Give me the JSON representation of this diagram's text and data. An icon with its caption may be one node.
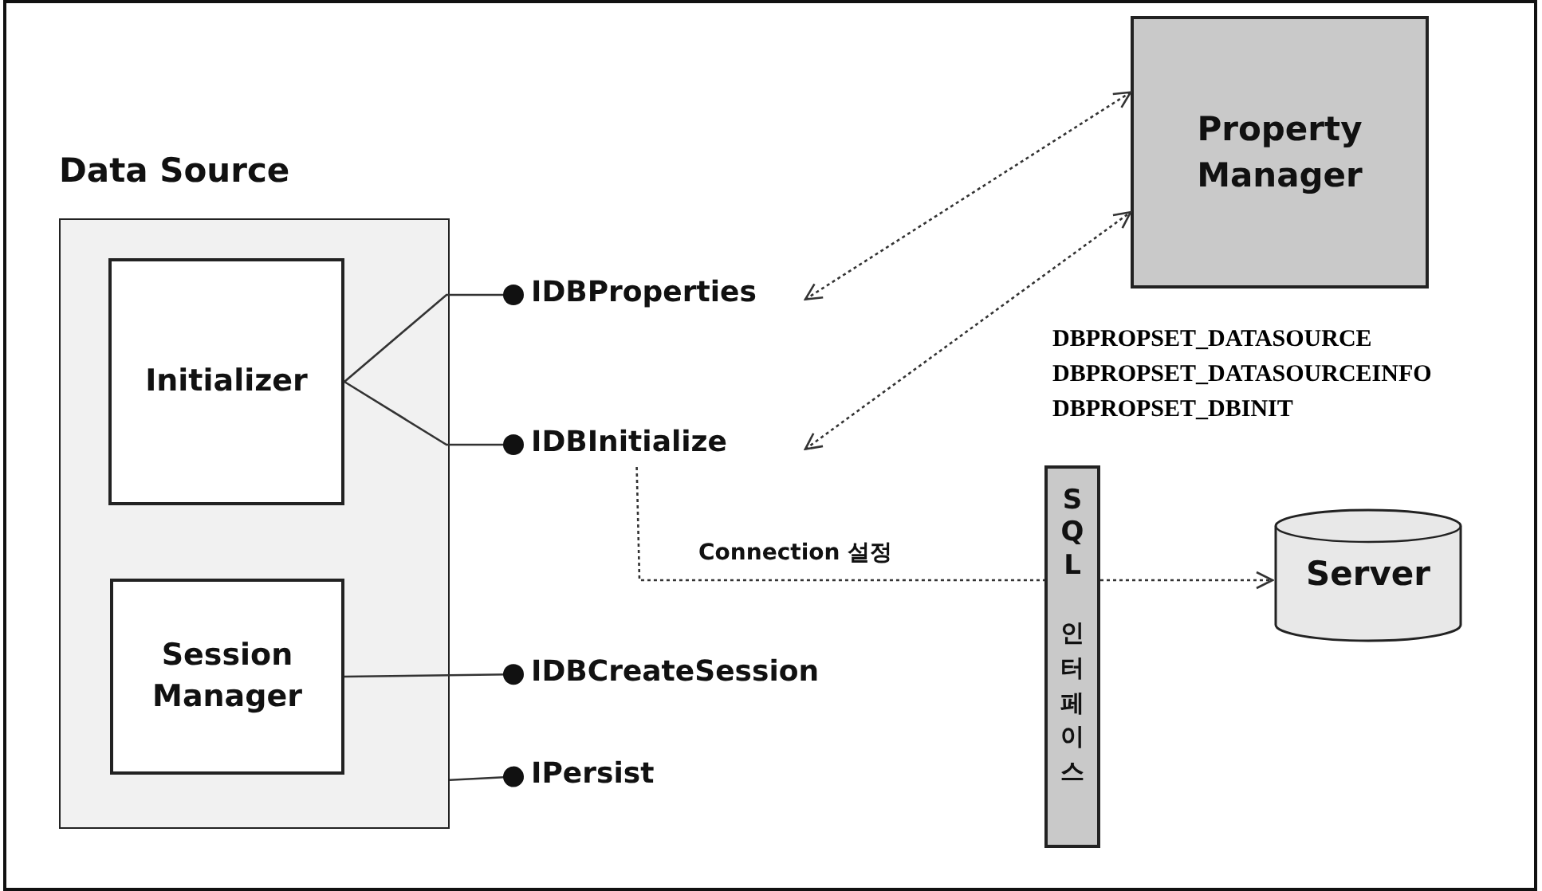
{
  "diagram": {
    "nodes": [
      {
        "text": [
          "Data Source"
        ]
      },
      {
        "text": [
          "Initializer"
        ],
        "in": 0
      },
      {
        "text": [
          "Session Manager"
        ],
        "in": 0
      },
      {
        "text": [
          "IDBProperties"
        ]
      },
      {
        "text": [
          "IDBInitialize"
        ]
      },
      {
        "text": [
          "IDBCreateSession"
        ]
      },
      {
        "text": [
          "IPersist"
        ]
      },
      {
        "text": [
          "Property Manager"
        ]
      },
      {
        "text": [
          "SQL",
          "인터페이스"
        ]
      },
      {
        "text": [
          "Server"
        ]
      }
    ],
    "edges": [
      {
        "from": 1,
        "to": 3,
        "arrow": "other"
      },
      {
        "from": 1,
        "to": 4,
        "arrow": "other"
      },
      {
        "from": 2,
        "to": 5,
        "arrow": "other"
      },
      {
        "from": 0,
        "to": 6,
        "arrow": "other"
      },
      {
        "from": 3,
        "to": 7,
        "arrow": "both",
        "style": "dashed"
      },
      {
        "from": 4,
        "to": 7,
        "arrow": "both",
        "style": "dashed"
      },
      {
        "from": 4,
        "to": 8,
        "arrow": "none",
        "style": "dashed",
        "label": "Connection 설정"
      },
      {
        "from": 8,
        "to": 9,
        "arrow": "to",
        "style": "dashed"
      }
    ],
    "labels": [
      "DBPROPSET_DATASOURCE",
      "DBPROPSET_DATASOURCEINFO",
      "DBPROPSET_DBINIT"
    ]
  }
}
